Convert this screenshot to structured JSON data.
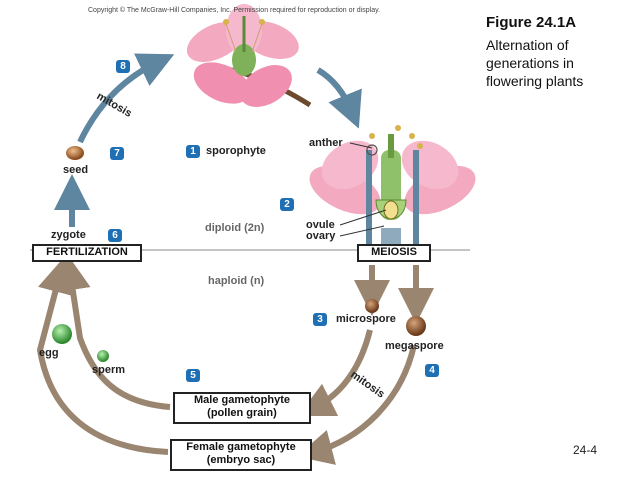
{
  "header": {
    "copyright": "Copyright © The McGraw-Hill Companies, Inc. Permission required for reproduction or display."
  },
  "figure": {
    "title": "Figure 24.1A",
    "subtitle": "Alternation of generations in flowering plants"
  },
  "labels": {
    "sporophyte": "sporophyte",
    "anther": "anther",
    "ovule": "ovule",
    "ovary": "ovary",
    "diploid": "diploid (2n)",
    "haploid": "haploid (n)",
    "fertilization": "FERTILIZATION",
    "meiosis": "MEIOSIS",
    "seed": "seed",
    "zygote": "zygote",
    "egg": "egg",
    "sperm": "sperm",
    "microspore": "microspore",
    "megaspore": "megaspore",
    "mitosis_top": "mitosis",
    "mitosis_right": "mitosis",
    "male_line1": "Male gametophyte",
    "male_line2": "(pollen grain)",
    "female_line1": "Female gametophyte",
    "female_line2": "(embryo sac)"
  },
  "steps": [
    "1",
    "2",
    "3",
    "4",
    "5",
    "6",
    "7",
    "8"
  ],
  "page_number": "24-4",
  "colors": {
    "arrow_tan": "#9a8570",
    "arrow_blue": "#5e86a0",
    "badge_blue": "#1f6fb4",
    "petal_pink": "#f3a9c0",
    "leaf_green": "#7fb05a",
    "seed_brown": "#a86c3a",
    "egg_green": "#4aaa4a",
    "spore_brown": "#8a5a3a"
  }
}
